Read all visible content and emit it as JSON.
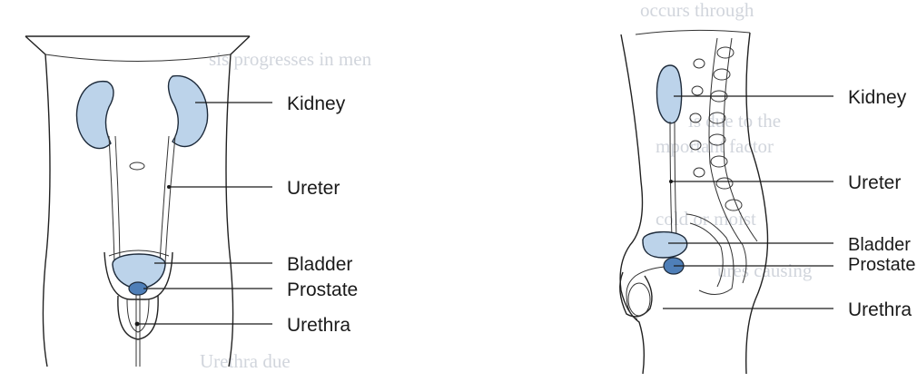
{
  "front_view": {
    "labels": {
      "kidney": "Kidney",
      "ureter": "Ureter",
      "bladder": "Bladder",
      "prostate": "Prostate",
      "urethra": "Urethra"
    }
  },
  "side_view": {
    "labels": {
      "kidney": "Kidney",
      "ureter": "Ureter",
      "bladder": "Bladder",
      "prostate": "Prostate",
      "urethra": "Urethra"
    }
  },
  "colors": {
    "organ_fill": "#bcd3ea",
    "prostate_fill": "#4f7fb8",
    "bleed_through_text": "#9aa3b3"
  },
  "background_bleed_text": [
    "occurs through",
    "sis progresses in men",
    "is due to the ",
    "mportant factor",
    "cold or moist",
    "ures causing",
    "Urethra due"
  ]
}
